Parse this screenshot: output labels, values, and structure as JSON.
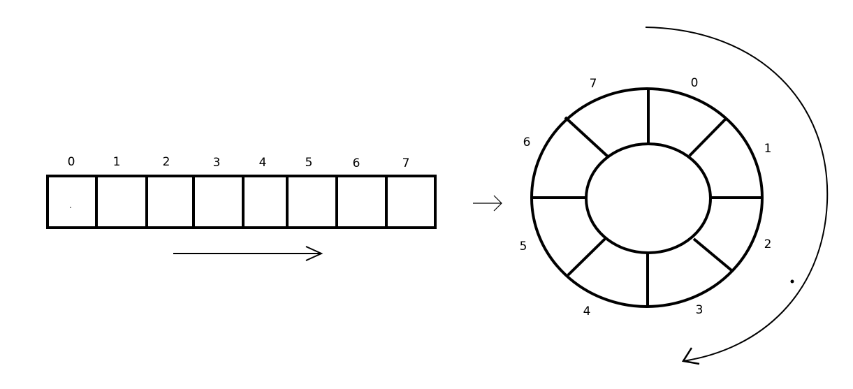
{
  "linear_array": {
    "indices": [
      "0",
      "1",
      "2",
      "3",
      "4",
      "5",
      "6",
      "7"
    ]
  },
  "circular_buffer": {
    "indices": [
      "0",
      "1",
      "2",
      "3",
      "4",
      "5",
      "6",
      "7"
    ]
  },
  "colors": {
    "stroke": "#000000",
    "background": "#ffffff"
  }
}
